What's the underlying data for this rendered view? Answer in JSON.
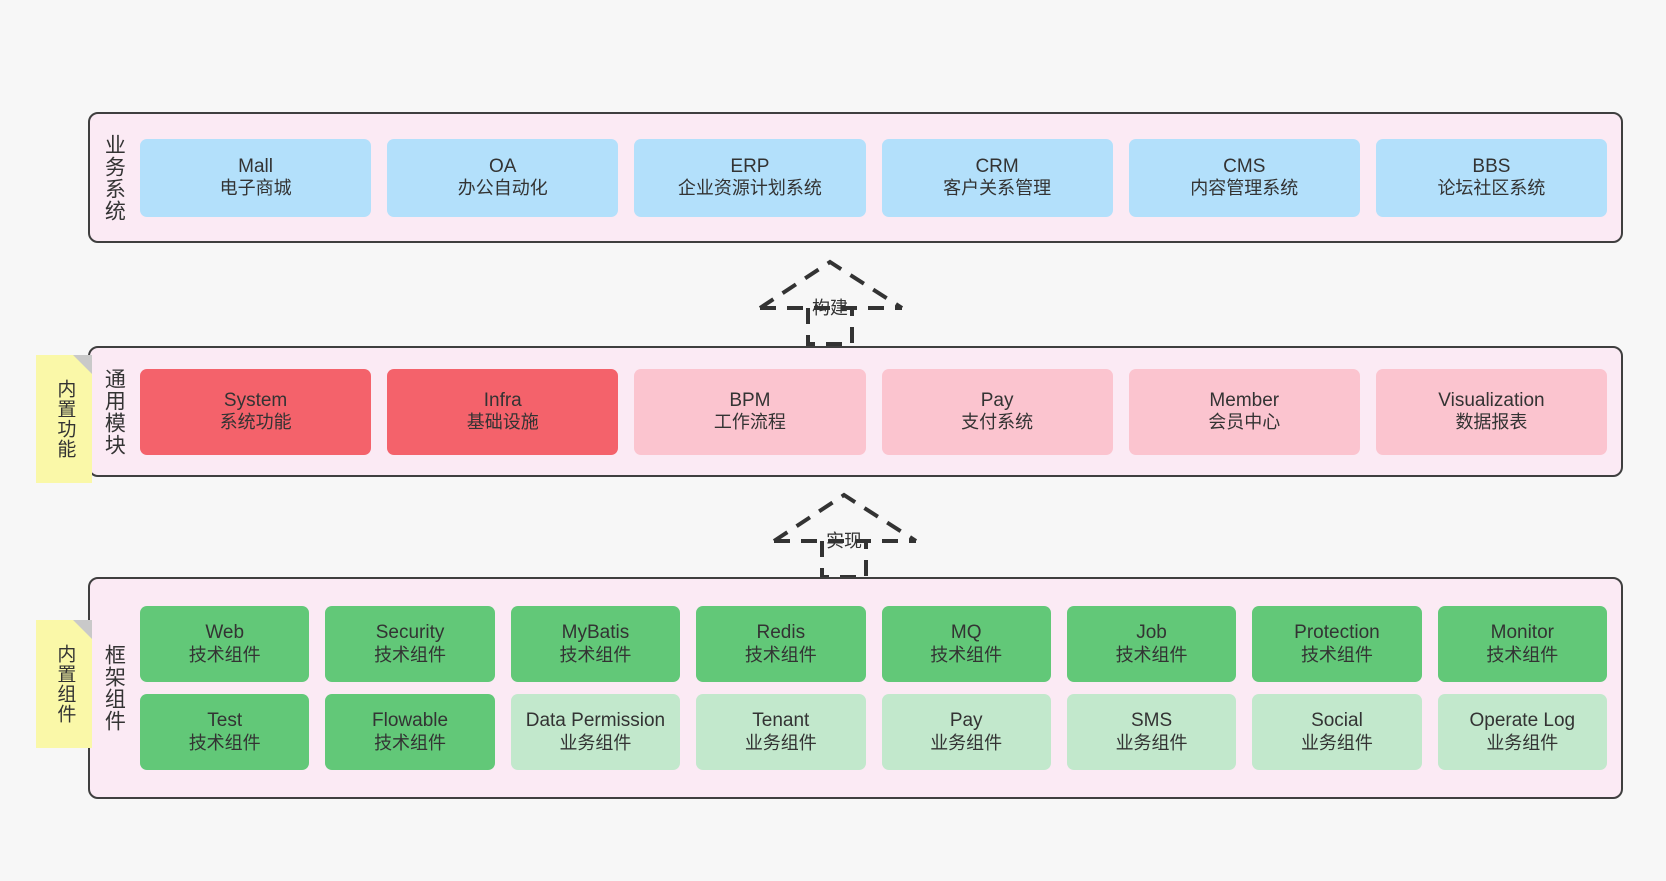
{
  "diagram": {
    "background": "#f7f7f7",
    "layers": [
      {
        "id": "business-system",
        "title": "业务系统",
        "cards": [
          {
            "en": "Mall",
            "cn": "电子商城"
          },
          {
            "en": "OA",
            "cn": "办公自动化"
          },
          {
            "en": "ERP",
            "cn": "企业资源计划系统"
          },
          {
            "en": "CRM",
            "cn": "客户关系管理"
          },
          {
            "en": "CMS",
            "cn": "内容管理系统"
          },
          {
            "en": "BBS",
            "cn": "论坛社区系统"
          }
        ]
      },
      {
        "id": "common-module",
        "title": "通用模块",
        "sticky": "内置功能",
        "cards": [
          {
            "en": "System",
            "cn": "系统功能",
            "style": "red"
          },
          {
            "en": "Infra",
            "cn": "基础设施",
            "style": "red"
          },
          {
            "en": "BPM",
            "cn": "工作流程",
            "style": "pink"
          },
          {
            "en": "Pay",
            "cn": "支付系统",
            "style": "pink"
          },
          {
            "en": "Member",
            "cn": "会员中心",
            "style": "pink"
          },
          {
            "en": "Visualization",
            "cn": "数据报表",
            "style": "pink"
          }
        ]
      },
      {
        "id": "framework-component",
        "title": "框架组件",
        "sticky": "内置组件",
        "row1": [
          {
            "en": "Web",
            "cn": "技术组件",
            "style": "green"
          },
          {
            "en": "Security",
            "cn": "技术组件",
            "style": "green"
          },
          {
            "en": "MyBatis",
            "cn": "技术组件",
            "style": "green"
          },
          {
            "en": "Redis",
            "cn": "技术组件",
            "style": "green"
          },
          {
            "en": "MQ",
            "cn": "技术组件",
            "style": "green"
          },
          {
            "en": "Job",
            "cn": "技术组件",
            "style": "green"
          },
          {
            "en": "Protection",
            "cn": "技术组件",
            "style": "green"
          },
          {
            "en": "Monitor",
            "cn": "技术组件",
            "style": "green"
          }
        ],
        "row2": [
          {
            "en": "Test",
            "cn": "技术组件",
            "style": "green"
          },
          {
            "en": "Flowable",
            "cn": "技术组件",
            "style": "green"
          },
          {
            "en": "Data Permission",
            "cn": "业务组件",
            "style": "lgreen"
          },
          {
            "en": "Tenant",
            "cn": "业务组件",
            "style": "lgreen"
          },
          {
            "en": "Pay",
            "cn": "业务组件",
            "style": "lgreen"
          },
          {
            "en": "SMS",
            "cn": "业务组件",
            "style": "lgreen"
          },
          {
            "en": "Social",
            "cn": "业务组件",
            "style": "lgreen"
          },
          {
            "en": "Operate Log",
            "cn": "业务组件",
            "style": "lgreen"
          }
        ]
      }
    ],
    "arrows": [
      {
        "id": "build-arrow",
        "label": "构建"
      },
      {
        "id": "implement-arrow",
        "label": "实现"
      }
    ],
    "colors": {
      "panel_bg": "#fbeaf4",
      "panel_border": "#3f3f3f",
      "blue": "#b3e0fb",
      "red": "#f4626b",
      "pink": "#fbc4cf",
      "green": "#62c878",
      "light_green": "#c2e8cc",
      "sticky_yellow": "#faf8a8",
      "sticky_fold": "#c9c9c9",
      "arrow": "#333333"
    }
  }
}
